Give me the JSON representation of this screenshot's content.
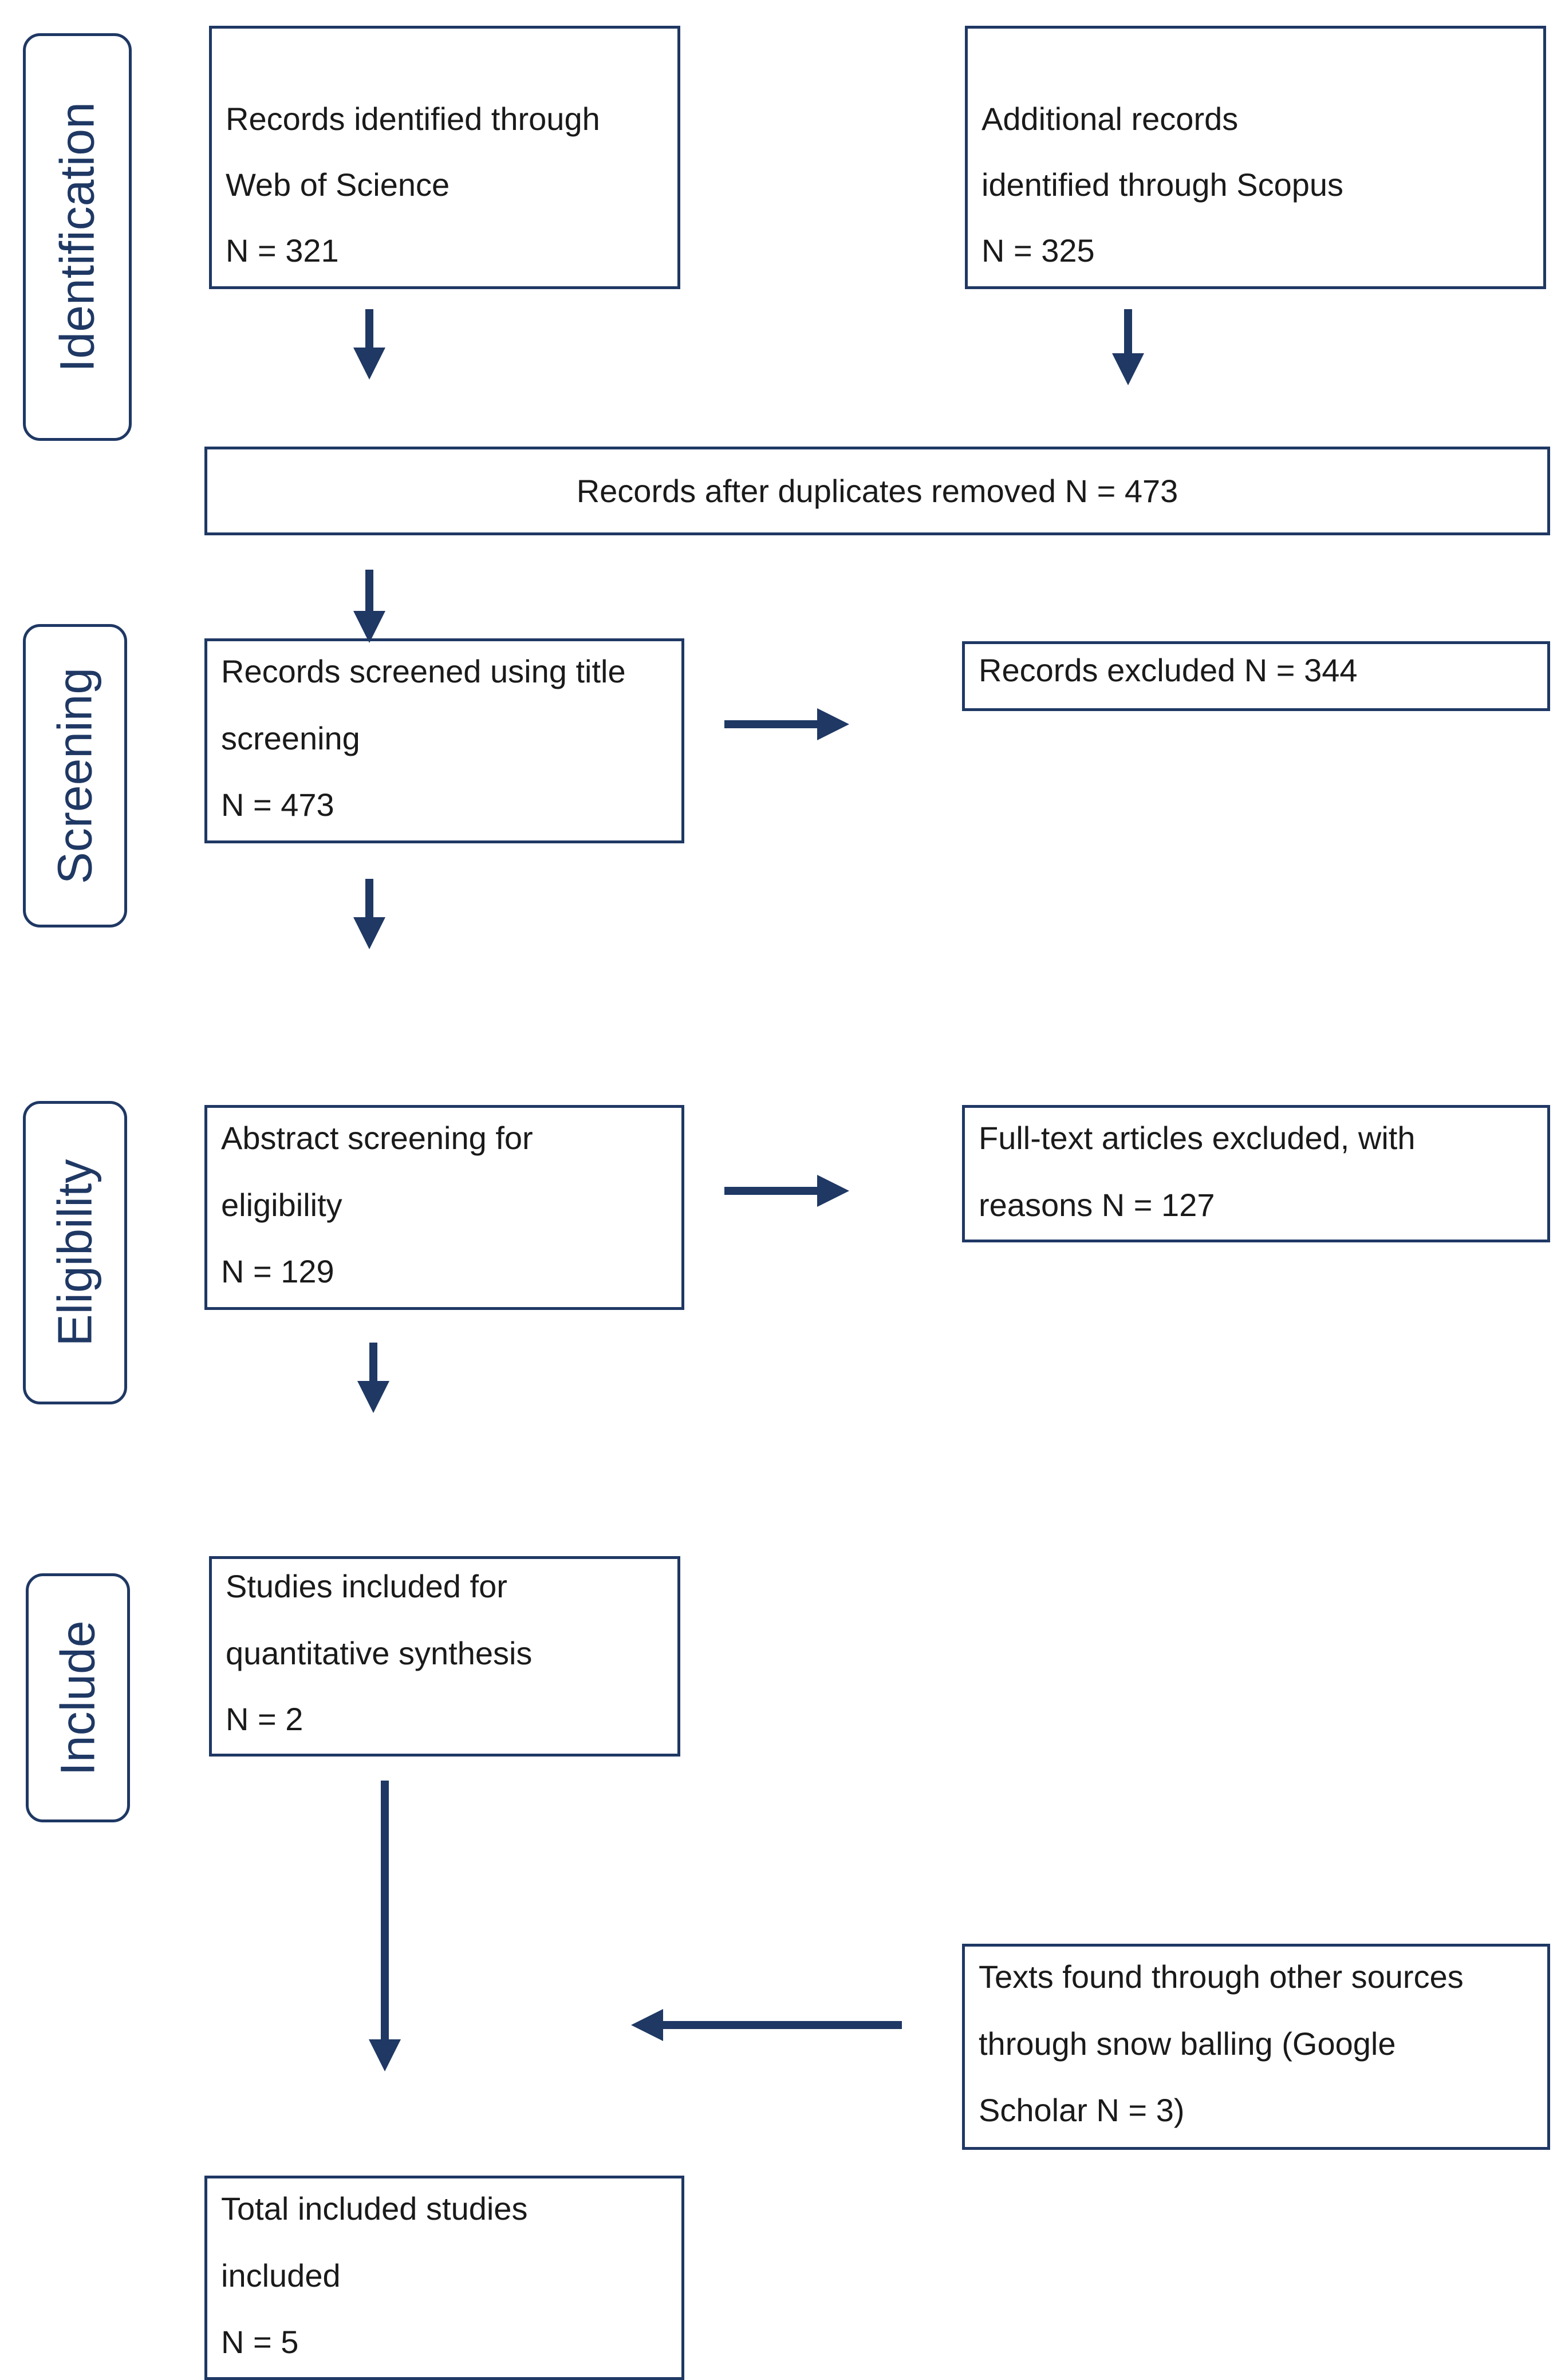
{
  "phases": {
    "identification": "Identification",
    "screening": "Screening",
    "eligibility": "Eligibility",
    "include": "Include"
  },
  "boxes": {
    "web_of_science": [
      "Records identified through",
      "Web of Science",
      "N = 321"
    ],
    "scopus": [
      "Additional records",
      "identified through Scopus",
      "N = 325"
    ],
    "duplicates_removed": [
      "Records after duplicates removed N = 473"
    ],
    "title_screening": [
      "Records screened using title",
      "screening",
      "N = 473"
    ],
    "records_excluded": [
      "Records excluded N = 344"
    ],
    "abstract_screening": [
      "Abstract screening for",
      "eligibility",
      "N = 129"
    ],
    "fulltext_excluded": [
      "Full-text articles excluded, with",
      "reasons N = 127"
    ],
    "quantitative_synthesis": [
      "Studies included for",
      "quantitative synthesis",
      "N = 2"
    ],
    "other_sources": [
      "Texts found through other sources",
      "through snow balling (Google",
      "Scholar N = 3)"
    ],
    "total_included": [
      "Total included studies",
      "included",
      "N = 5"
    ]
  },
  "colors": {
    "border": "#1f3864",
    "arrow": "#1f3864",
    "text": "#1a1a1a"
  }
}
